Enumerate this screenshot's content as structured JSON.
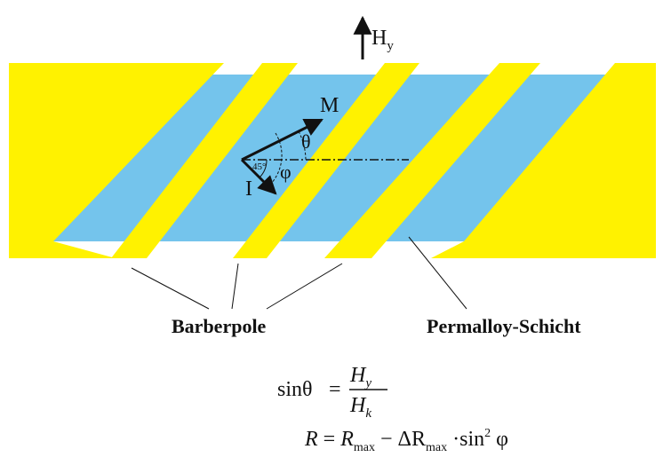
{
  "colors": {
    "permalloy": "#74c4ec",
    "barberpole": "#fff200",
    "ink": "#111111",
    "background": "#ffffff"
  },
  "field": {
    "symbol": "H",
    "subscript": "y"
  },
  "vectors": {
    "M": {
      "label": "M"
    },
    "I": {
      "label": "I"
    }
  },
  "angles": {
    "theta": "θ",
    "phi": "φ",
    "angle_45": "45°"
  },
  "labels": {
    "barberpole": "Barberpole",
    "permalloy": "Permalloy-Schicht"
  },
  "formula1": {
    "lhs": "sinθ",
    "equals": "=",
    "numerator": "H",
    "numerator_sub": "y",
    "denominator": "H",
    "denominator_sub": "k"
  },
  "formula2": {
    "R": "R",
    "equals": "=",
    "R2": "R",
    "sub_max": "max",
    "minus": "−",
    "delta": "ΔR",
    "sub_max2": "max",
    "dot": "·",
    "sin": "sin",
    "exp": "2",
    "phi": "φ"
  }
}
